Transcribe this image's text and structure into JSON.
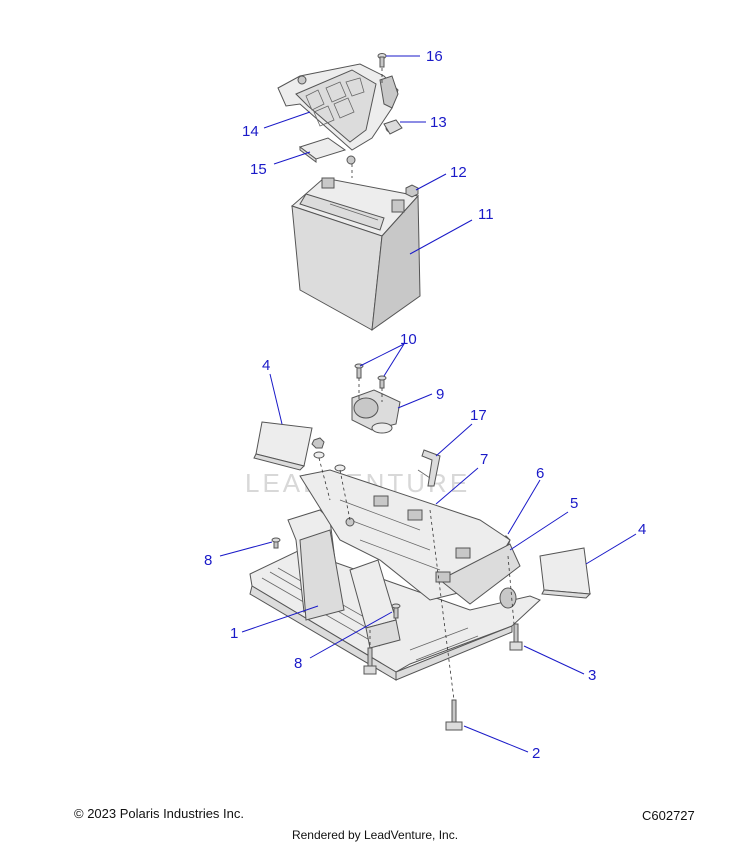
{
  "watermark": "LEADVENTURE",
  "footer": {
    "copyright": "© 2023 Polaris Industries Inc.",
    "diagram_code": "C602727",
    "rendered_by": "Rendered by LeadVenture, Inc."
  },
  "callouts": {
    "c1": "1",
    "c2": "2",
    "c3": "3",
    "c4a": "4",
    "c4b": "4",
    "c5": "5",
    "c6": "6",
    "c7": "7",
    "c8a": "8",
    "c8b": "8",
    "c9": "9",
    "c10": "10",
    "c11": "11",
    "c12": "12",
    "c13": "13",
    "c14": "14",
    "c15": "15",
    "c16": "16",
    "c17": "17"
  },
  "colors": {
    "callout": "#1a1ac8"
  }
}
